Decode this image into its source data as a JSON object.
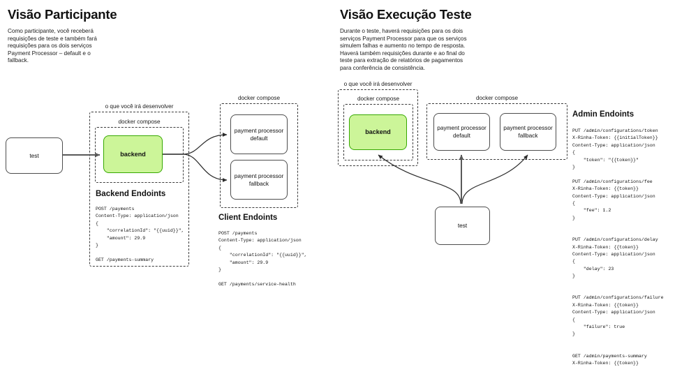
{
  "page": {
    "background": "#ffffff",
    "accent_green_fill": "#ccf599",
    "accent_green_stroke": "#36a800",
    "node_stroke": "#4d4d4d",
    "group_stroke": "#3b3b3b"
  },
  "left_panel": {
    "title": "Visão Participante",
    "paragraph": "Como participante, você receberá requisições de teste e também fará requisições para os dois serviços Payment Processor – default e o fallback.",
    "develop_group_label": "o que você irá desenvolver",
    "docker_compose_label": "docker compose",
    "processors_group_label": "docker compose",
    "nodes": {
      "test": "test",
      "backend": "backend",
      "processor_default_line1": "payment processor",
      "processor_default_line2": "default",
      "processor_fallback_line1": "payment processor",
      "processor_fallback_line2": "fallback"
    },
    "backend_endpoints": {
      "title": "Backend Endoints",
      "code": "POST /payments\nContent-Type: application/json\n{\n    \"correlationId\": \"{{uuid}}\",\n    \"amount\": 29.9\n}\n\nGET /payments-summary"
    },
    "client_endpoints": {
      "title": "Client Endoints",
      "code": "POST /payments\nContent-Type: application/json\n{\n    \"correlationId\": \"{{uuid}}\",\n    \"amount\": 29.9\n}\n\nGET /payments/service-health"
    }
  },
  "right_panel": {
    "title": "Visão Execução Teste",
    "paragraph": "Durante o teste, haverá requisições para os dois serviços Payment Processor para que os serviços simulem falhas e aumento no tempo de resposta. Haverá também requisições durante e ao final do teste para extração de relatórios de pagamentos para conferência de consistência.",
    "develop_group_label": "o que você irá desenvolver",
    "docker_compose_label": "docker compose",
    "processors_group_label": "docker compose",
    "nodes": {
      "backend": "backend",
      "processor_default_line1": "payment processor",
      "processor_default_line2": "default",
      "processor_fallback_line1": "payment processor",
      "processor_fallback_line2": "fallback",
      "test": "test"
    },
    "admin_endpoints": {
      "title": "Admin Endoints",
      "code": "PUT /admin/configurations/token\nX-Rinha-Token: {{initialToken}}\nContent-Type: application/json\n{\n    \"token\": \"{{token}}\"\n}\n\nPUT /admin/configurations/fee\nX-Rinha-Token: {{token}}\nContent-Type: application/json\n{\n    \"fee\": 1.2\n}\n\n\nPUT /admin/configurations/delay\nX-Rinha-Token: {{token}}\nContent-Type: application/json\n{\n    \"delay\": 23\n}\n\n\nPUT /admin/configurations/failure\nX-Rinha-Token: {{token}}\nContent-Type: application/json\n{\n    \"failure\": true\n}\n\n\nGET /admin/payments-summary\nX-Rinha-Token: {{token}}"
    }
  }
}
